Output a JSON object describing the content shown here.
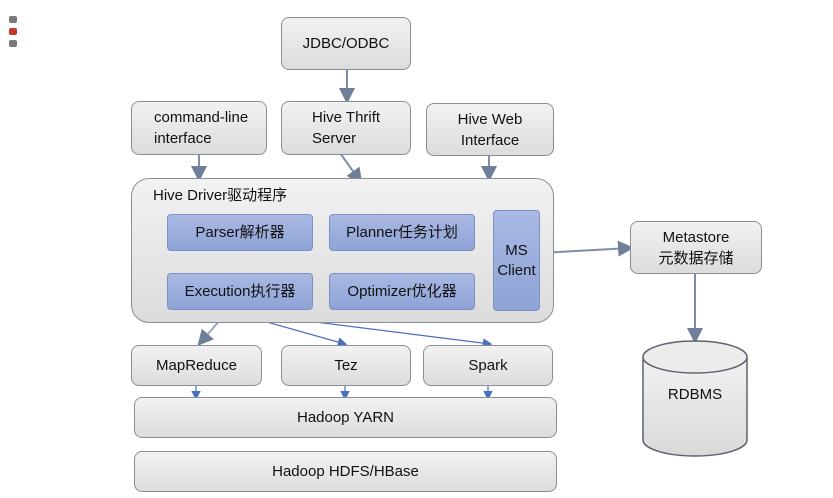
{
  "nodes": {
    "jdbc": "JDBC/ODBC",
    "cli": [
      "command-line",
      "interface"
    ],
    "thrift": [
      "Hive Thrift",
      "Server"
    ],
    "web": [
      "Hive Web",
      "Interface"
    ],
    "driver": "Hive Driver驱动程序",
    "parser": "Parser解析器",
    "planner": "Planner任务计划",
    "execution": "Execution执行器",
    "optimizer": "Optimizer优化器",
    "ms_client": [
      "MS",
      "Client"
    ],
    "metastore": [
      "Metastore",
      "元数据存储"
    ],
    "rdbms": "RDBMS",
    "mapreduce": "MapReduce",
    "tez": "Tez",
    "spark": "Spark",
    "yarn": "Hadoop YARN",
    "hdfs": "Hadoop HDFS/HBase"
  },
  "colors": {
    "outer_fill": "#e6e6e6",
    "outer_border": "#8a8f96",
    "inner_fill": "#9aaedd",
    "arrow": "#6f7f99",
    "blue_arrow": "#4a6fc0"
  }
}
